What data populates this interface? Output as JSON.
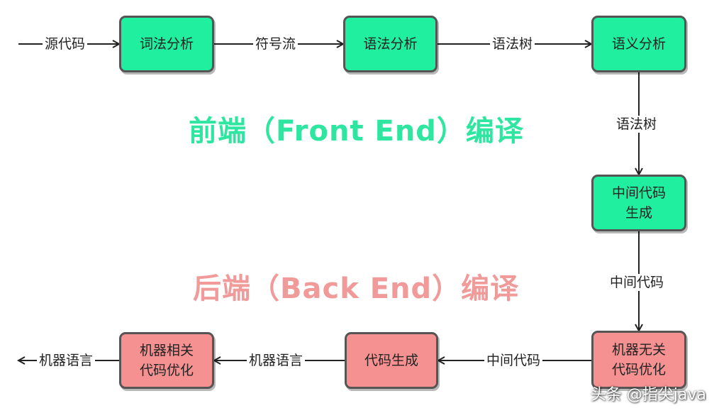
{
  "colors": {
    "front": "#1fef9e",
    "back": "#f69192",
    "front_title": "#2ee6a0",
    "back_title": "#f19a9a"
  },
  "nodes": {
    "lexical": "词法分析",
    "syntax": "语法分析",
    "semantic": "语义分析",
    "ir_gen": "中间代码\n生成",
    "mi_opt": "机器无关\n代码优化",
    "codegen": "代码生成",
    "md_opt": "机器相关\n代码优化"
  },
  "edges": {
    "source_code": "源代码",
    "token_stream": "符号流",
    "syntax_tree_1": "语法树",
    "syntax_tree_2": "语法树",
    "ir_1": "中间代码",
    "ir_2": "中间代码",
    "machine_lang_1": "机器语言",
    "machine_lang_2": "机器语言"
  },
  "sections": {
    "front": "前端（Front End）编译",
    "back": "后端（Back End）编译"
  },
  "watermark": "头条 @指尖java"
}
